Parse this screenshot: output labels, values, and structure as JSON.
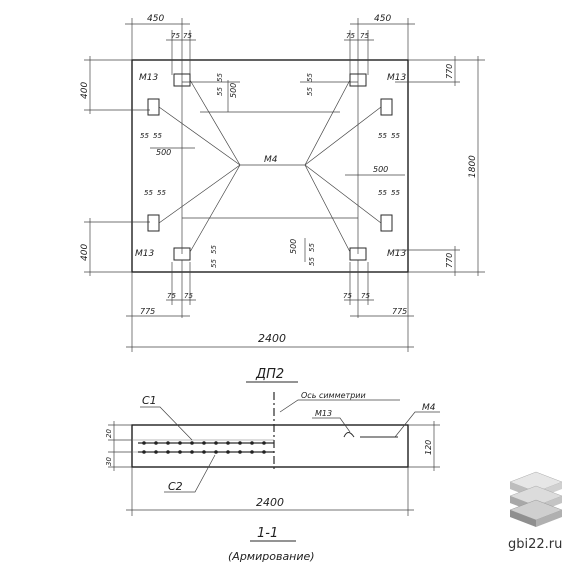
{
  "plan": {
    "top_dims": {
      "left": "450",
      "right": "450"
    },
    "pair_dims": "75",
    "left_dims": {
      "top": "400",
      "bottom": "400"
    },
    "right_dims": {
      "top": "770",
      "bottom": "770",
      "total": "1800"
    },
    "inner_dims": {
      "d55": "55",
      "d500": "500"
    },
    "marks": {
      "m13": "М13",
      "m4": "М4"
    },
    "bottom_dims": {
      "left": "775",
      "right": "775",
      "total": "2400"
    }
  },
  "plan_title": "ДП2",
  "section": {
    "c1": "С1",
    "c2": "С2",
    "axis_label": "Ось симметрии",
    "m13": "М13",
    "m4": "М4",
    "dim_20": "20",
    "dim_30": "30",
    "dim_120": "120",
    "dim_2400": "2400"
  },
  "section_title": "1-1",
  "section_subtitle": "(Армирование)",
  "watermark": {
    "text": "gbi22.ru",
    "logo_icon": "stacked-slabs-icon",
    "colors": {
      "top": "#e6e6e6",
      "mid": "#bdbdbd",
      "bottom": "#8f8f8f"
    }
  }
}
